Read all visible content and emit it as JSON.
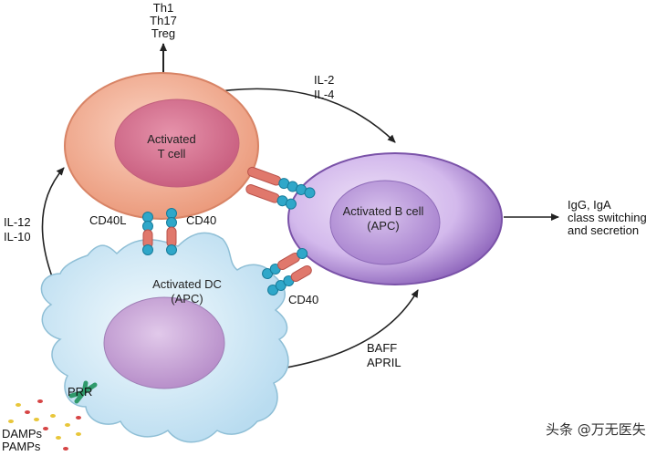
{
  "nodes": {
    "t_cell": {
      "line1": "Activated",
      "line2": "T cell"
    },
    "b_cell": {
      "line1": "Activated B cell",
      "line2": "(APC)"
    },
    "dc": {
      "line1": "Activated DC",
      "line2": "(APC)"
    }
  },
  "labels": {
    "th_outputs": [
      "Th1",
      "Th17",
      "Treg"
    ],
    "il2_il4": [
      "IL-2",
      "IL-4"
    ],
    "il12_il10": [
      "IL-12",
      "IL-10"
    ],
    "cd40l": "CD40L",
    "cd40_dc_t": "CD40",
    "cd40_dc_b": "CD40",
    "igg_output": [
      "IgG, IgA",
      "class switching",
      "and secretion"
    ],
    "baff_april": [
      "BAFF",
      "APRIL"
    ],
    "prr": "PRR",
    "damps_pamps": [
      "DAMPs",
      "PAMPs"
    ]
  },
  "watermark": "头条 @万无医失",
  "colors": {
    "t_cell_outer": "#f1a98d",
    "t_cell_inner": "#d9708c",
    "b_cell_outer": "#b18ed3",
    "b_cell_inner": "#8e6bb8",
    "dc_body": "#d6ecf7",
    "dc_nucleus": "#c5a3d4",
    "receptor_blue": "#2fa7c9",
    "receptor_red": "#e0786c",
    "prr_green": "#2f9a6b"
  }
}
